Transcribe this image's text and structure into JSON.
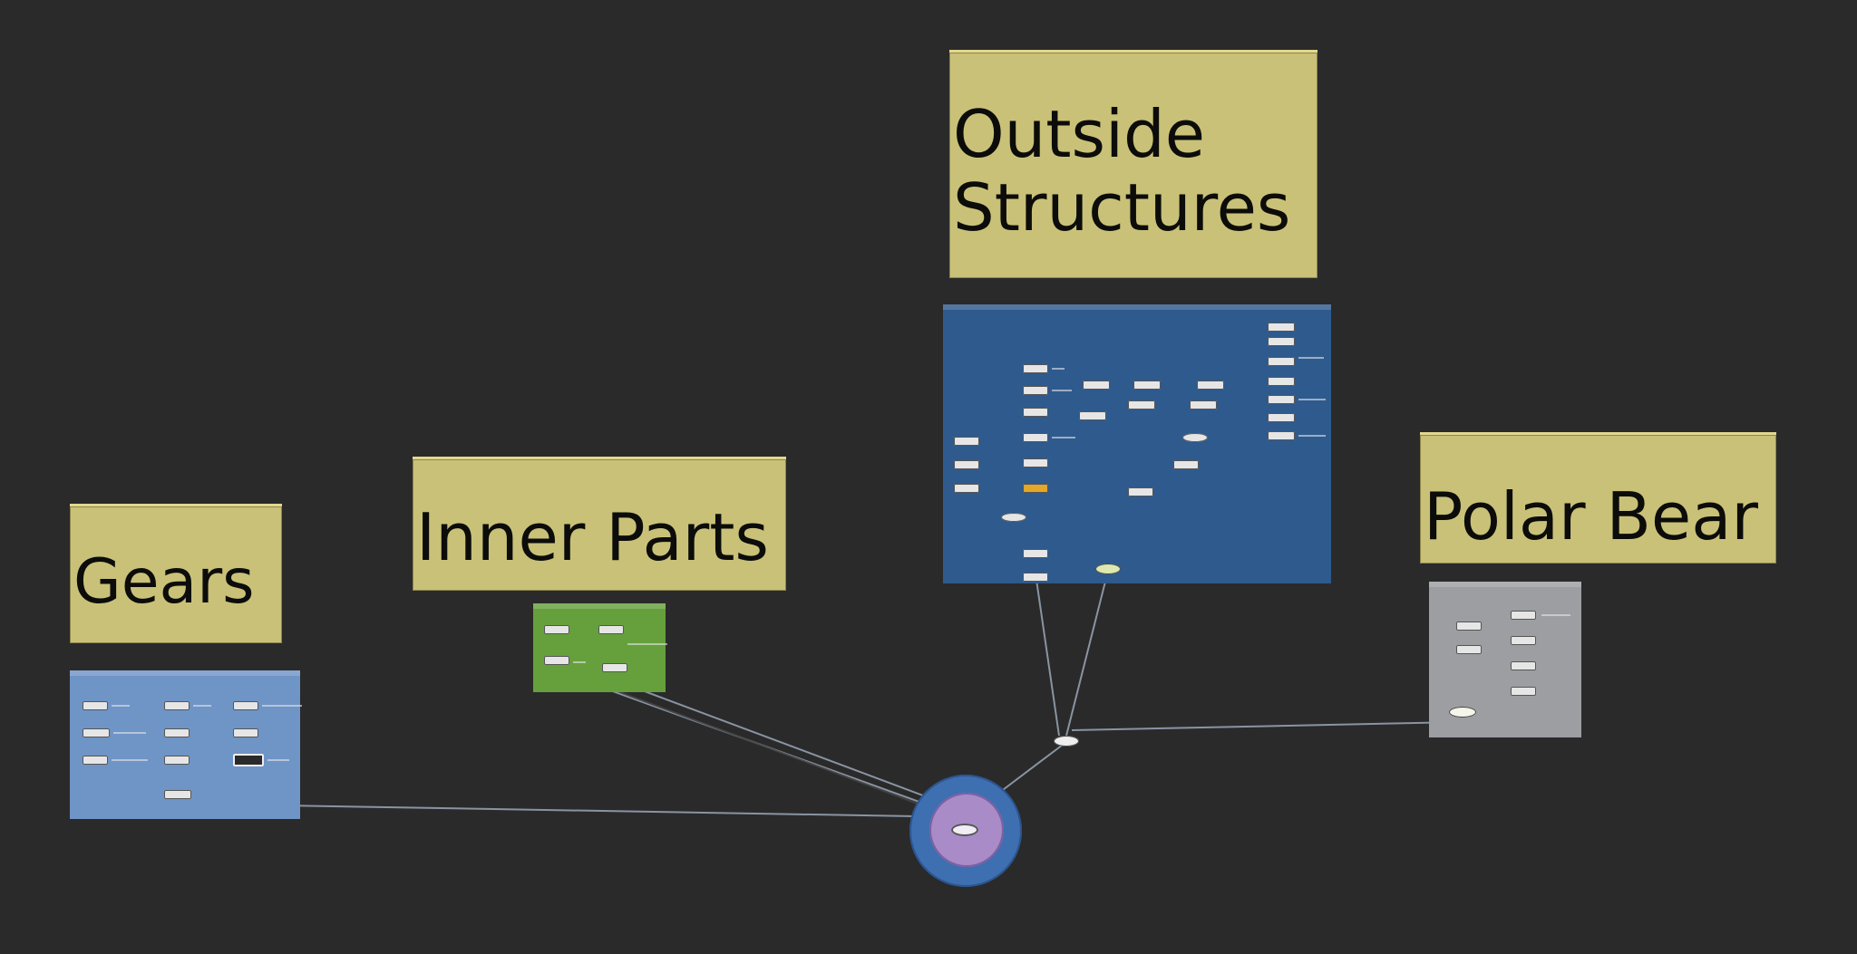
{
  "stickies": {
    "gears": "Gears",
    "inner_parts": "Inner Parts",
    "outside_structures_line1": "Outside",
    "outside_structures_line2": "Structures",
    "polar_bear": "Polar Bear"
  },
  "colors": {
    "background": "#2a2a2a",
    "sticky_note": "#c9c178",
    "gears_box": "#6f94c6",
    "inner_parts_box": "#66a03c",
    "outside_box": "#2e5a8e",
    "polar_bear_box": "#9c9ea2",
    "merge_outer": "#3e6fb0",
    "merge_inner": "#a98bc8",
    "highlight_node": "#e3a829",
    "wire": "#9aa7b8"
  },
  "icons": {
    "merge": "merge-node-icon",
    "output_pin": "output-pin-icon",
    "null": "null-node-icon"
  }
}
